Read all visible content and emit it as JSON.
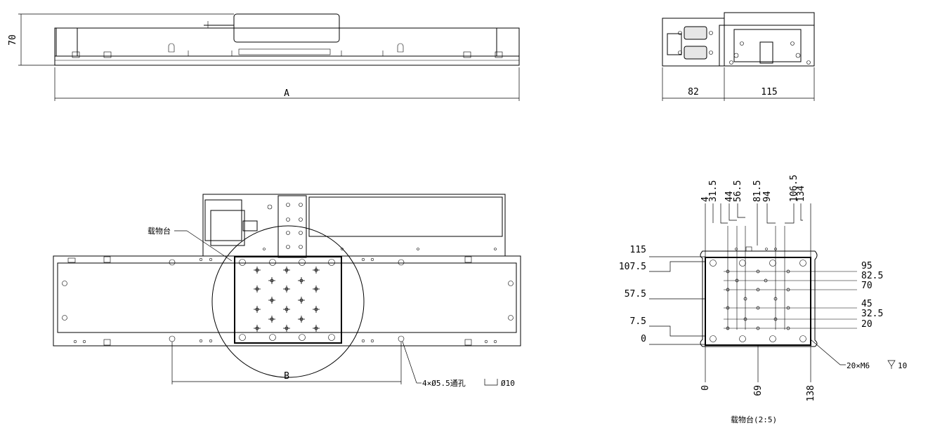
{
  "dimensions": {
    "height_70": "70",
    "length_a": "A",
    "width_82": "82",
    "width_115": "115",
    "span_b": "B"
  },
  "callouts": {
    "stage_label": "载物台",
    "mount_holes": "4×Ø5.5通孔",
    "counterbore": "Ø10",
    "tapped_holes": "20×M6",
    "thread_depth": "10"
  },
  "detail": {
    "title": "载物台(2:5)",
    "top_dims": [
      "4",
      "31.5",
      "44",
      "56.5",
      "81.5",
      "94",
      "106.5",
      "134"
    ],
    "left_dims": [
      "115",
      "107.5",
      "57.5",
      "7.5",
      "0"
    ],
    "right_dims": [
      "95",
      "82.5",
      "70",
      "45",
      "32.5",
      "20"
    ],
    "bottom_dims": [
      "0",
      "69",
      "138"
    ]
  }
}
